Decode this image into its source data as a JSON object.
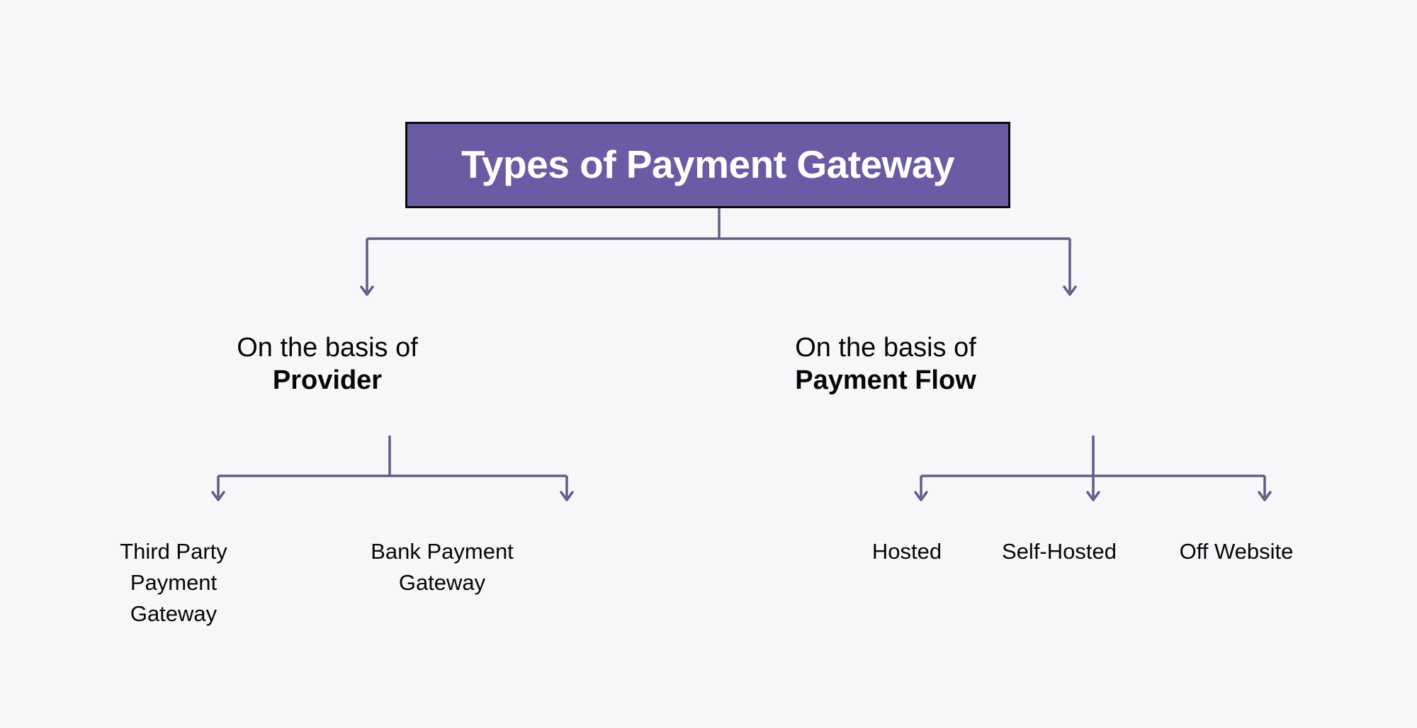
{
  "diagram": {
    "title": "Types of Payment Gateway",
    "background_color": "#f7f7fa",
    "root": {
      "label": "Types of Payment Gateway",
      "fill_color": "#6b5ba4",
      "border_color": "#0a0a0f",
      "text_color": "#ffffff"
    },
    "connector_color": "#655a86",
    "branches": [
      {
        "lead": "On the basis of",
        "emphasis": "Provider",
        "leaves": [
          {
            "line1": "Third Party Payment",
            "line2": "Gateway"
          },
          {
            "line1": "Bank Payment",
            "line2": "Gateway"
          }
        ]
      },
      {
        "lead": "On the basis of",
        "emphasis": "Payment Flow",
        "leaves": [
          {
            "line1": "Hosted",
            "line2": ""
          },
          {
            "line1": "Self-Hosted",
            "line2": ""
          },
          {
            "line1": "Off Website",
            "line2": ""
          }
        ]
      }
    ]
  }
}
